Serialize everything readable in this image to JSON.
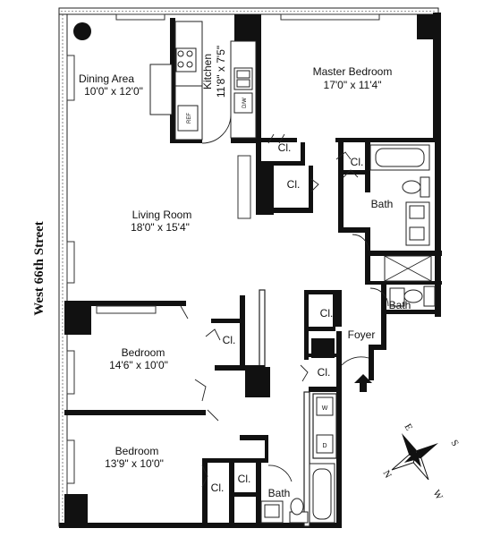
{
  "street": "West 66th Street",
  "rooms": {
    "dining": {
      "name": "Dining Area",
      "dims": "10'0\" x 12'0\""
    },
    "kitchen": {
      "name": "Kitchen",
      "dims": "11'8\" x 7'5\""
    },
    "master": {
      "name": "Master Bedroom",
      "dims": "17'0\" x 11'4\""
    },
    "living": {
      "name": "Living Room",
      "dims": "18'0\" x 15'4\""
    },
    "bedroom1": {
      "name": "Bedroom",
      "dims": "14'6\" x 10'0\""
    },
    "bedroom2": {
      "name": "Bedroom",
      "dims": "13'9\" x 10'0\""
    },
    "foyer": {
      "name": "Foyer"
    },
    "bath_master": {
      "name": "Bath"
    },
    "bath_hall": {
      "name": "Bath"
    },
    "bath_bottom": {
      "name": "Bath"
    }
  },
  "closet_label": "Cl.",
  "appliances": {
    "ref": "REF",
    "dw": "D/W",
    "w": "W",
    "d": "D"
  },
  "compass": {
    "n": "N",
    "e": "E",
    "s": "S",
    "w": "W"
  }
}
